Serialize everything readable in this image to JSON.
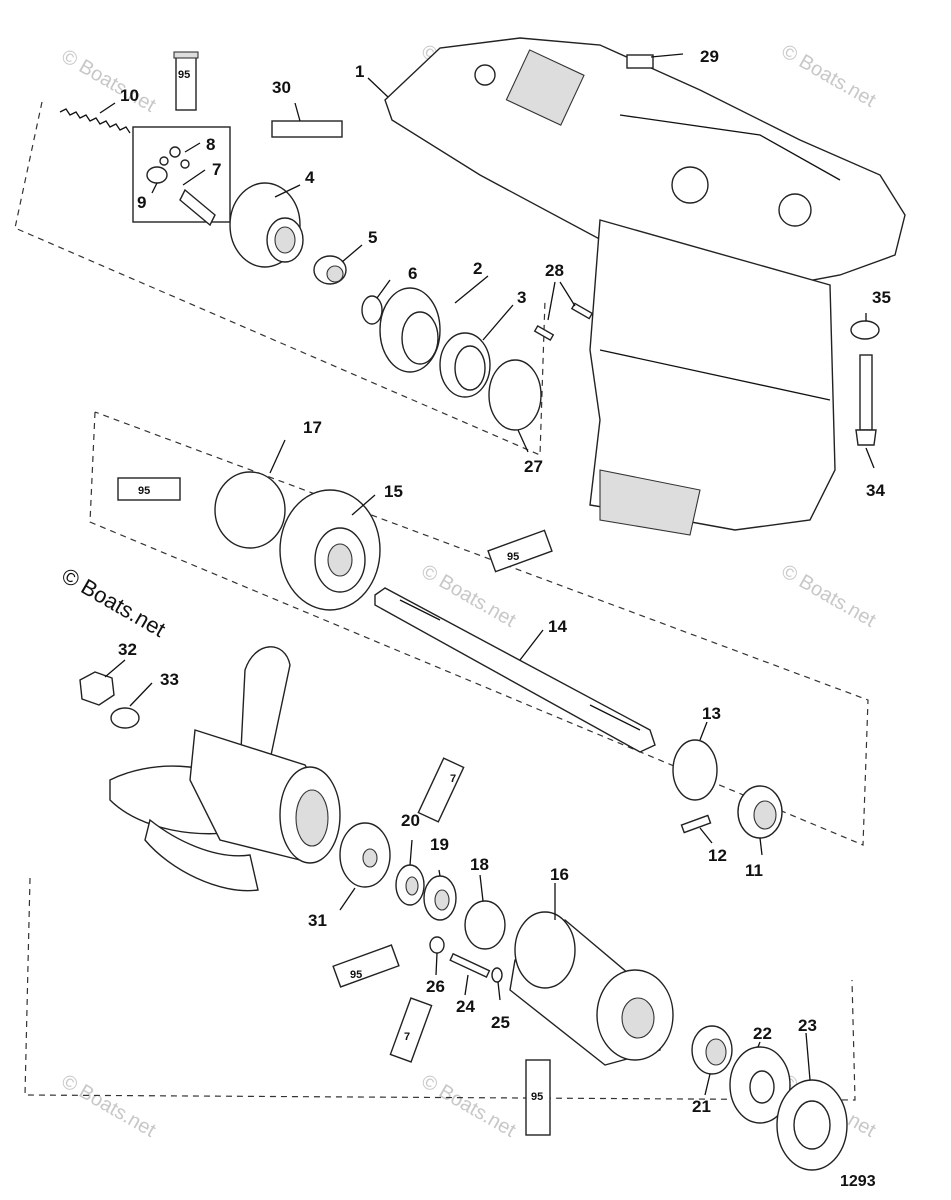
{
  "callouts": {
    "c1": "1",
    "c2": "2",
    "c3": "3",
    "c4": "4",
    "c5": "5",
    "c6": "6",
    "c7": "7",
    "c8": "8",
    "c9": "9",
    "c10": "10",
    "c11": "11",
    "c12": "12",
    "c13": "13",
    "c14": "14",
    "c15": "15",
    "c16": "16",
    "c17": "17",
    "c18": "18",
    "c19": "19",
    "c20": "20",
    "c21": "21",
    "c22": "22",
    "c23": "23",
    "c24": "24",
    "c25": "25",
    "c26": "26",
    "c27": "27",
    "c28": "28",
    "c29": "29",
    "c30": "30",
    "c31": "31",
    "c32": "32",
    "c33": "33",
    "c34": "34",
    "c35": "35"
  },
  "tubes": {
    "t95_top": "95",
    "t95_mid": "95",
    "t95_shaft": "95",
    "t7_upper": "7",
    "t95_lower": "95",
    "t7_lower": "7",
    "t95_bottom": "95"
  },
  "watermark": "© Boats.net",
  "copyright": "© Boats.net",
  "figure_number": "1293"
}
